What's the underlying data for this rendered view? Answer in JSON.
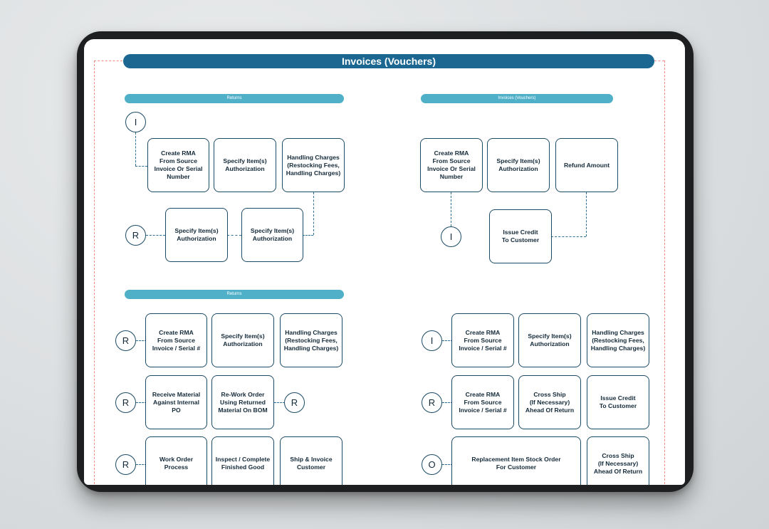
{
  "title": "Invoices (Vouchers)",
  "sections": {
    "top_left": "Returns",
    "top_right": "Invoices (Vouchers)",
    "bottom_left": "Returns"
  },
  "top_left": {
    "start_node": "I",
    "boxes": [
      "Create RMA\nFrom Source\nInvoice Or Serial\nNumber",
      "Specify Item(s)\nAuthorization",
      "Handling Charges\n(Restocking Fees,\nHandling Charges)"
    ],
    "end_node": "R",
    "row2": [
      "Specify Item(s)\nAuthorization",
      "Specify Item(s)\nAuthorization"
    ]
  },
  "top_right": {
    "boxes": [
      "Create RMA\nFrom Source\nInvoice Or Serial\nNumber",
      "Specify Item(s)\nAuthorization",
      "Refund Amount"
    ],
    "node": "I",
    "issue": "Issue Credit\nTo Customer"
  },
  "bottom_left": {
    "rows": [
      {
        "node": "R",
        "boxes": [
          "Create RMA\nFrom Source\nInvoice / Serial #",
          "Specify Item(s)\nAuthorization",
          "Handling Charges\n(Restocking Fees,\nHandling Charges)"
        ]
      },
      {
        "node": "R",
        "boxes": [
          "Receive Material\nAgainst Internal\nPO",
          "Re-Work Order\nUsing Returned\nMaterial On BOM"
        ],
        "end_node": "R"
      },
      {
        "node": "R",
        "boxes": [
          "Work Order\nProcess",
          "Inspect / Complete\nFinished Good",
          "Ship & Invoice\nCustomer"
        ]
      }
    ]
  },
  "bottom_right": {
    "rows": [
      {
        "node": "I",
        "boxes": [
          "Create RMA\nFrom Source\nInvoice / Serial #",
          "Specify Item(s)\nAuthorization",
          "Handling Charges\n(Restocking Fees,\nHandling Charges)"
        ]
      },
      {
        "node": "R",
        "boxes": [
          "Create RMA\nFrom Source\nInvoice / Serial #",
          "Cross Ship\n(If Necessary)\nAhead Of Return",
          "Issue Credit\nTo Customer"
        ]
      },
      {
        "node": "O",
        "boxes": [
          "Replacement Item Stock Order\nFor Customer",
          "Cross Ship\n(If Necessary)\nAhead Of Return"
        ]
      }
    ]
  }
}
